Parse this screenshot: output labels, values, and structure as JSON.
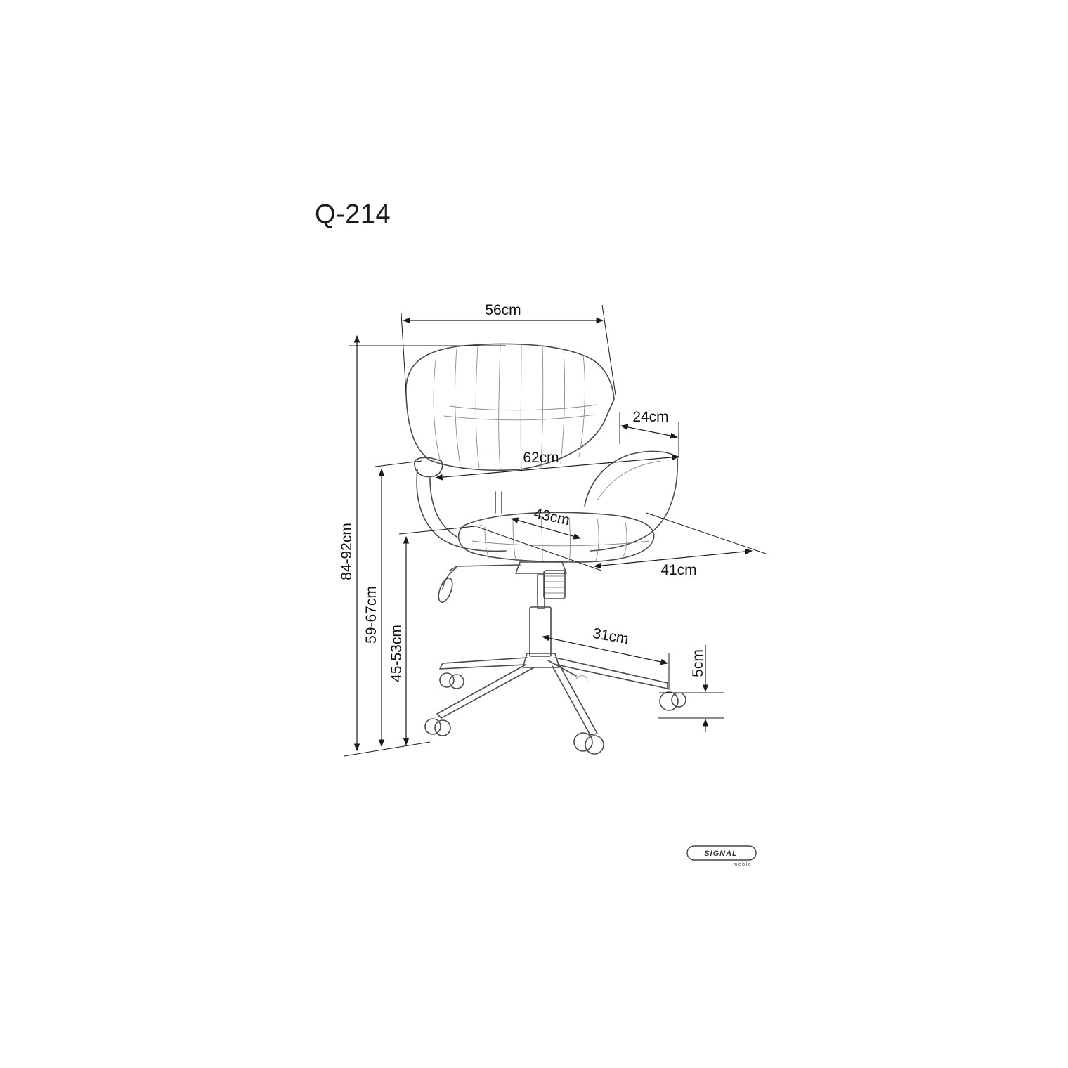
{
  "title": "Q-214",
  "dimensions": {
    "total_height": "84-92cm",
    "armrest_height": "59-67cm",
    "seat_height": "45-53cm",
    "backrest_width": "56cm",
    "armrest_length": "24cm",
    "total_width": "62cm",
    "seat_depth": "43cm",
    "seat_width": "41cm",
    "base_radius": "31cm",
    "wheel_height": "5cm"
  },
  "logo": {
    "brand": "SIGNAL",
    "sub": "meble"
  },
  "colors": {
    "ink": "#1a1a1a",
    "sketch": "#4a4a4a",
    "background": "#ffffff"
  }
}
